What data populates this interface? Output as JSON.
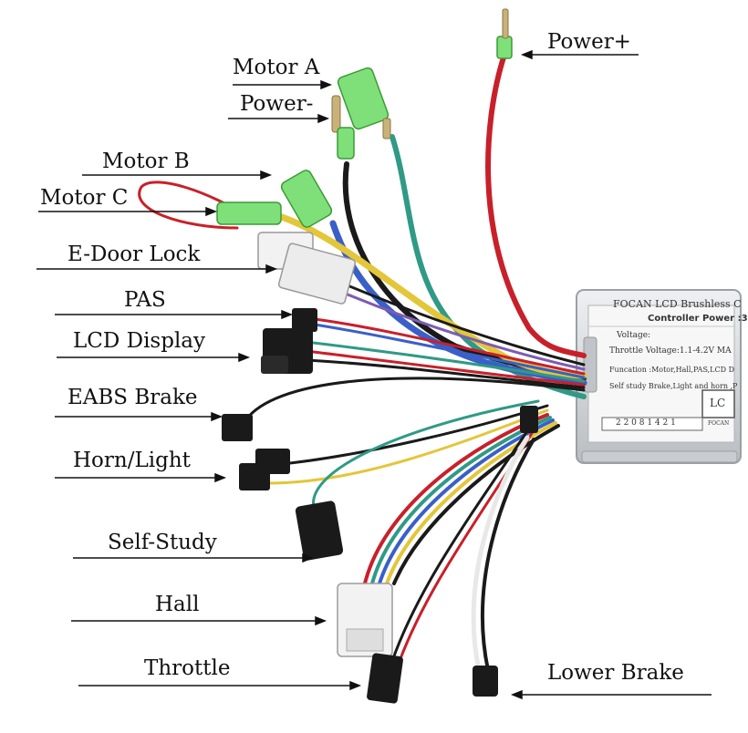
{
  "labels": {
    "power_plus": "Power+",
    "motor_a": "Motor A",
    "power_minus": "Power-",
    "motor_b": "Motor B",
    "motor_c": "Motor C",
    "e_door_lock": "E-Door Lock",
    "pas": "PAS",
    "lcd_display": "LCD Display",
    "eabs_brake": "EABS Brake",
    "horn_light": "Horn/Light",
    "self_study": "Self-Study",
    "hall": "Hall",
    "throttle": "Throttle",
    "lower_brake": "Lower Brake"
  },
  "controller": {
    "title": "FOCAN LCD Brushless C",
    "power_line": "Controller Power :3",
    "voltage_line": "Voltage:",
    "throttle_line": "Throttle Voltage:1.1-4.2V MA",
    "function_line": "Funcation :Motor,Hall,PAS,LCD D",
    "study_line": "Self study Brake,Light and horn ,P",
    "serial": "2 2 0 8 1 4 2 1",
    "badge": "LC",
    "brand_small": "FOCAN"
  },
  "colors": {
    "wire_red": "#c8202a",
    "wire_green": "#2f9a86",
    "wire_black": "#1a1a1a",
    "wire_blue": "#3a5fc8",
    "wire_yellow": "#e3c63a",
    "wire_purple": "#7d5cb0",
    "wire_white": "#e8e8e8",
    "connector_green": "#7fe07a",
    "connector_white": "#f2f2f2",
    "casing": "#d8dadc"
  }
}
